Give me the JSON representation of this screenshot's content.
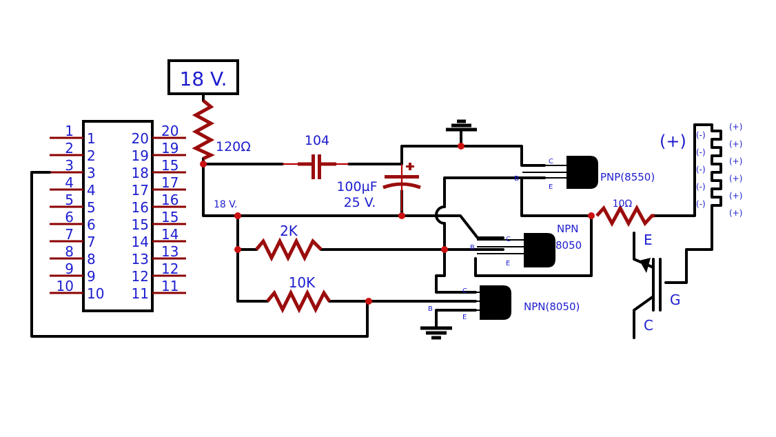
{
  "supply": {
    "label": "18 V."
  },
  "components": {
    "r_top": {
      "value": "120Ω"
    },
    "cap_film": {
      "value": "104"
    },
    "cap_elec": {
      "value": "100µF",
      "voltage": "25 V."
    },
    "rail_label": "18 V.",
    "r_2k": {
      "value": "2K"
    },
    "r_10k": {
      "value": "10K"
    },
    "r_gate": {
      "value": "10Ω"
    },
    "q_pnp": {
      "label": "PNP(8550)"
    },
    "q_npn_mid": {
      "label_line1": "NPN",
      "label_line2": "8050"
    },
    "q_npn_bot": {
      "label": "NPN(8050)"
    },
    "pin_c": "C",
    "pin_b": "B",
    "pin_e": "E"
  },
  "ic": {
    "left_pins": [
      "1",
      "2",
      "3",
      "4",
      "5",
      "6",
      "7",
      "8",
      "9",
      "10"
    ],
    "right_pins": [
      "20",
      "19",
      "18",
      "17",
      "16",
      "15",
      "14",
      "13",
      "12",
      "11"
    ],
    "outer_left": [
      "1",
      "2",
      "3",
      "4",
      "5",
      "6",
      "7",
      "8",
      "9",
      "10"
    ],
    "outer_right": [
      "20",
      "19",
      "15",
      "17",
      "16",
      "15",
      "14",
      "13",
      "12",
      "11"
    ]
  },
  "igbt": {
    "e": "E",
    "g": "G",
    "c": "C"
  },
  "coil": {
    "plus_label": "(+)",
    "neg_labels": [
      "(-)",
      "(-)",
      "(-)",
      "(-)",
      "(-)"
    ],
    "pos_labels": [
      "(+)",
      "(+)",
      "(+)",
      "(+)",
      "(+)",
      "(+)"
    ]
  }
}
